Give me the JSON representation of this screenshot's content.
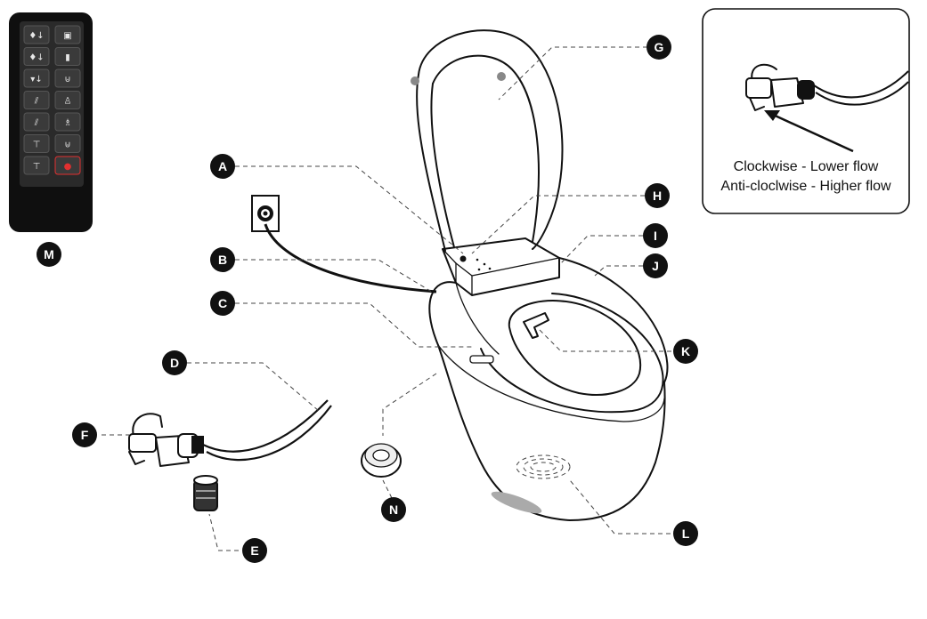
{
  "callouts": [
    {
      "id": "A"
    },
    {
      "id": "B"
    },
    {
      "id": "C"
    },
    {
      "id": "D"
    },
    {
      "id": "E"
    },
    {
      "id": "F"
    },
    {
      "id": "G"
    },
    {
      "id": "H"
    },
    {
      "id": "I"
    },
    {
      "id": "J"
    },
    {
      "id": "K"
    },
    {
      "id": "L"
    },
    {
      "id": "M"
    },
    {
      "id": "N"
    }
  ],
  "inset": {
    "line1": "Clockwise - Lower flow",
    "line2": "Anti-cloclwise - Higher flow"
  },
  "remote": {
    "icons": [
      "water-drop-down-icon",
      "toilet-seat-icon",
      "spray-down-icon",
      "nozzle-icon",
      "seat-down-icon",
      "bowl-icon",
      "wash-left-icon",
      "person-sit-icon",
      "wash-right-icon",
      "person-stand-icon",
      "temp-low-icon",
      "bowl-flush-icon",
      "temp-mid-icon",
      "power-icon"
    ],
    "accent": "#e23030",
    "body_color": "#0f0f0f",
    "panel_color": "#2a2a2a"
  },
  "colors": {
    "callout_fill": "#111111",
    "line": "#111111"
  }
}
